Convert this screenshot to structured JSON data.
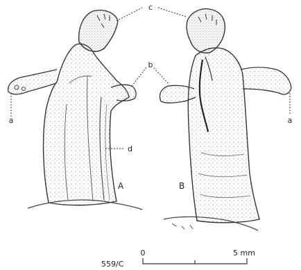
{
  "figure": {
    "callouts": {
      "a": "a",
      "b": "b",
      "c": "c",
      "d": "d"
    },
    "panel_labels": {
      "A": "A",
      "B": "B"
    },
    "specimen_code": "559/C",
    "scale_bar": {
      "start_label": "0",
      "end_label": "5 mm"
    }
  }
}
